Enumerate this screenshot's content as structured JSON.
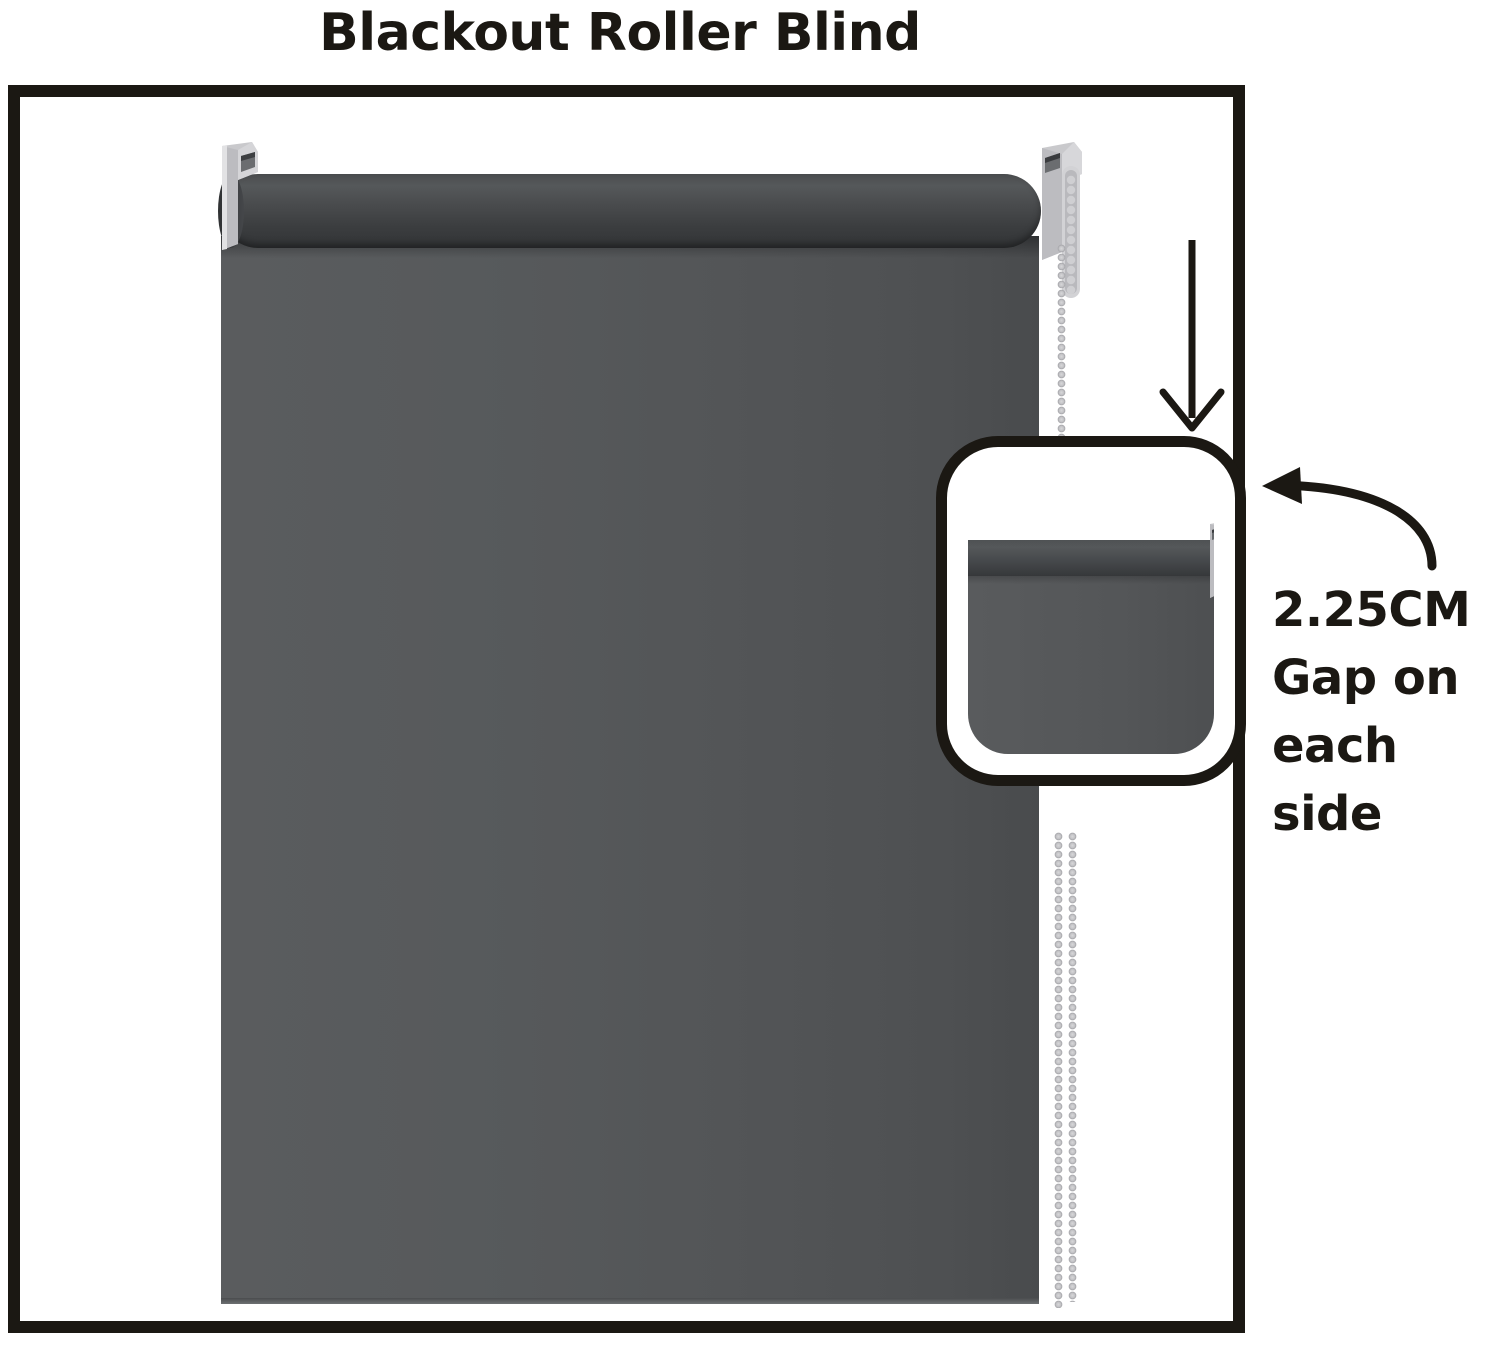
{
  "title": "Blackout Roller Blind",
  "product": {
    "name": "Blackout Roller Blind",
    "fabric_color": "#545658",
    "tube_color": "#44474a",
    "bracket_color": "#c9c9cc",
    "chain_color": "#c2c2c5",
    "frame_color": "#1b1813"
  },
  "callout": {
    "measurement": "2.25CM",
    "line2": "Gap on",
    "line3": "each",
    "line4": "side",
    "full_text": "2.25CM Gap on each side"
  },
  "icons": {
    "down_arrow": "down-arrow-icon",
    "curved_arrow": "curved-arrow-icon",
    "magnifier": "magnifier-inset-icon"
  },
  "parts": {
    "left_bracket": "left-mounting-bracket",
    "right_bracket": "right-mounting-bracket",
    "roller_tube": "roller-tube",
    "fabric": "blackout-fabric-panel",
    "chain": "bead-control-chain",
    "window_frame": "window-frame"
  }
}
